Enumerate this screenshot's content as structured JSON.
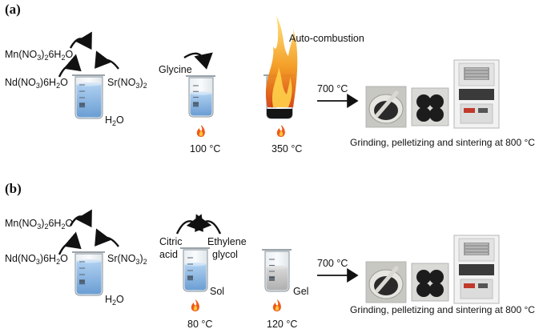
{
  "panel_a": {
    "label": "(a)",
    "reagent_mn": [
      "Mn(NO",
      "3",
      ")",
      "2",
      "6H",
      "2",
      "O"
    ],
    "reagent_nd": [
      "Nd(NO",
      "3",
      ")6H",
      "2",
      "O"
    ],
    "reagent_sr": [
      "Sr(NO",
      "3",
      ")",
      "2"
    ],
    "water": [
      "H",
      "2",
      "O"
    ],
    "fuel": "Glycine",
    "temp_1": "100 °C",
    "combustion": "Auto-combustion",
    "temp_2": "350 °C",
    "calcination": "700 °C",
    "final_step": "Grinding, pelletizing and sintering at 800 °C"
  },
  "panel_b": {
    "label": "(b)",
    "reagent_mn": [
      "Mn(NO",
      "3",
      ")",
      "2",
      "6H",
      "2",
      "O"
    ],
    "reagent_nd": [
      "Nd(NO",
      "3",
      ")6H",
      "2",
      "O"
    ],
    "reagent_sr": [
      "Sr(NO",
      "3",
      ")",
      "2"
    ],
    "water": [
      "H",
      "2",
      "O"
    ],
    "citric_1": "Citric",
    "citric_2": "acid",
    "ethylene_1": "Ethylene",
    "ethylene_2": "glycol",
    "sol": "Sol",
    "temp_1": "80 °C",
    "gel": "Gel",
    "temp_2": "120 °C",
    "calcination": "700 °C",
    "final_step": "Grinding, pelletizing and sintering at 800 °C"
  },
  "icons": [
    "beaker-icon",
    "flame-icon",
    "curved-arrow-icon",
    "arrow-right-icon",
    "furnace-icon"
  ],
  "colors": {
    "solution_blue": "#7fb0e0",
    "gel_grey": "#bdbdbd",
    "flame_orange": "#f39a1d",
    "ash_black": "#151515"
  }
}
